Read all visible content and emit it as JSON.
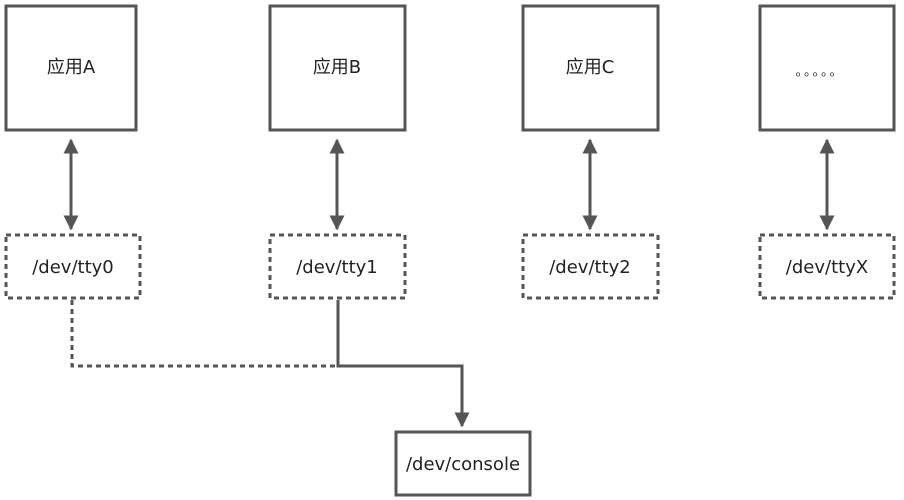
{
  "apps": [
    {
      "label": "应用A"
    },
    {
      "label": "应用B"
    },
    {
      "label": "应用C"
    },
    {
      "label": "。。。。。"
    }
  ],
  "ttys": [
    {
      "label": "/dev/tty0"
    },
    {
      "label": "/dev/tty1"
    },
    {
      "label": "/dev/tty2"
    },
    {
      "label": "/dev/ttyX"
    }
  ],
  "console": {
    "label": "/dev/console"
  },
  "colors": {
    "stroke": "#555555",
    "text": "#222222",
    "background": "#ffffff"
  }
}
